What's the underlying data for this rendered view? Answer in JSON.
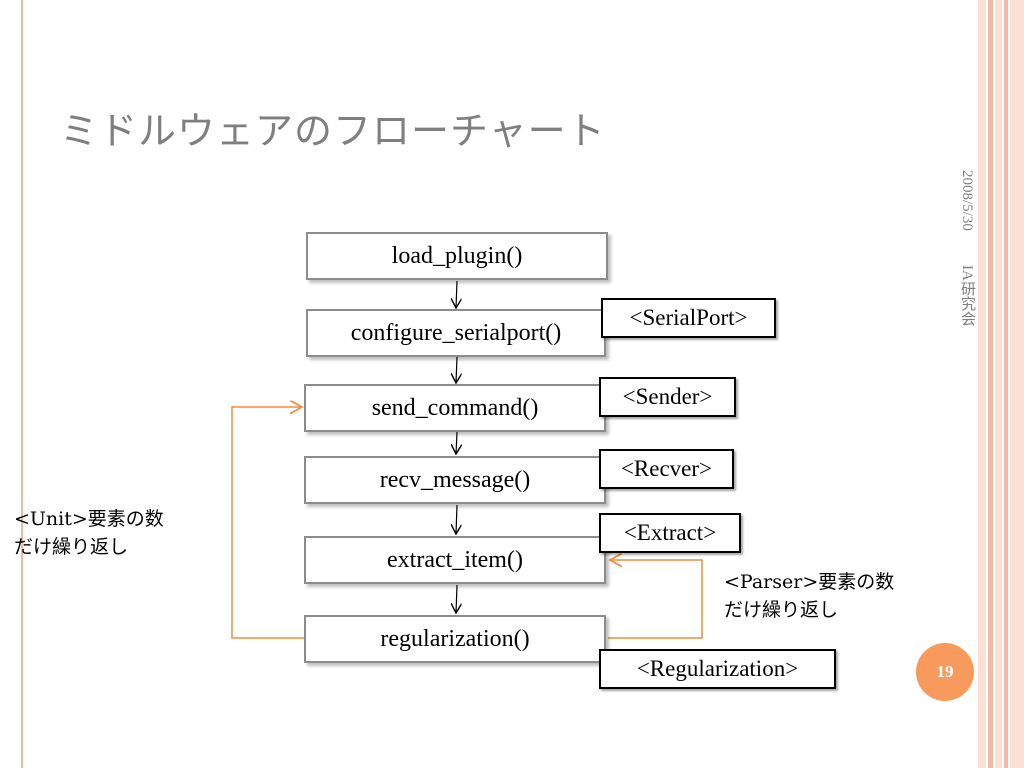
{
  "slide": {
    "title": "ミドルウェアのフローチャート",
    "date": "2008/5/30",
    "organization": "IA研究会",
    "page_number": "19"
  },
  "flow": {
    "load_plugin": "load_plugin()",
    "configure_serialport": "configure_serialport()",
    "send_command": "send_command()",
    "recv_message": "recv_message()",
    "extract_item": "extract_item()",
    "regularization": "regularization()"
  },
  "tags": {
    "serialport": "<SerialPort>",
    "sender": "<Sender>",
    "recver": "<Recver>",
    "extract": "<Extract>",
    "regularization": "<Regularization>"
  },
  "notes": {
    "unit_loop_line1": "<Unit>要素の数",
    "unit_loop_line2": "だけ繰り返し",
    "parser_loop_line1": "<Parser>要素の数",
    "parser_loop_line2": "だけ繰り返し"
  },
  "colors": {
    "loop_arrow": "#f08c3c",
    "page_badge": "#f79a5c",
    "border_accent": "#f3b9a4"
  }
}
